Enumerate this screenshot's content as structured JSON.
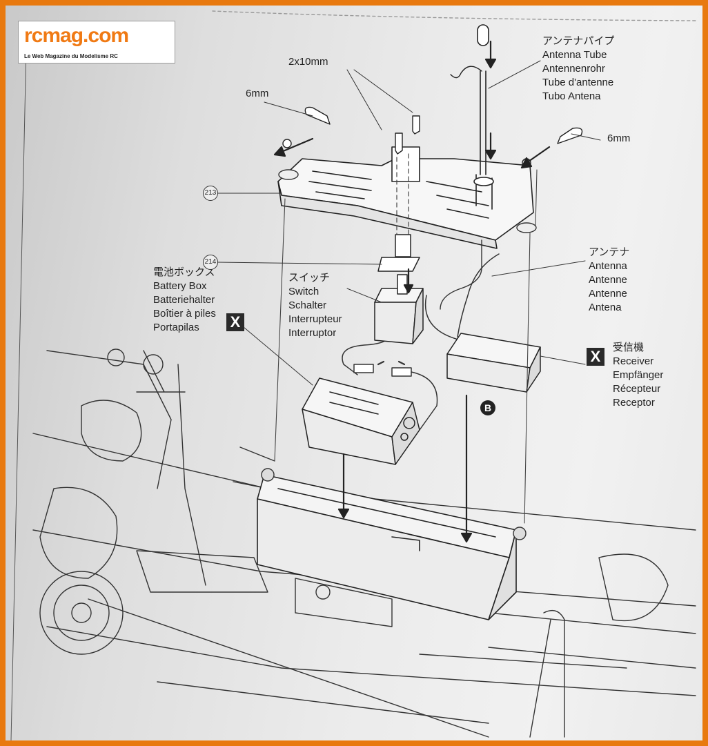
{
  "logo": {
    "brand": "rcmag.com",
    "tagline": "Le Web Magazine du Modelisme RC"
  },
  "callouts": {
    "screw_2x10": "2x10mm",
    "clip_left": "6mm",
    "clip_right": "6mm",
    "antenna_tube": [
      "アンテナパイプ",
      "Antenna Tube",
      "Antennenrohr",
      "Tube d'antenne",
      "Tubo Antena"
    ],
    "antenna": [
      "アンテナ",
      "Antenna",
      "Antenne",
      "Antenne",
      "Antena"
    ],
    "battery_box": [
      "電池ボックス",
      "Battery Box",
      "Batteriehalter",
      "Boîtier à piles",
      "Portapilas"
    ],
    "switch": [
      "スイッチ",
      "Switch",
      "Schalter",
      "Interrupteur",
      "Interruptor"
    ],
    "receiver": [
      "受信機",
      "Receiver",
      "Empfänger",
      "Récepteur",
      "Receptor"
    ]
  },
  "parts": {
    "part_213": "213",
    "part_214": "214"
  },
  "markers": {
    "x_battery": "X",
    "x_receiver": "X",
    "b_receiver": "B"
  },
  "colors": {
    "frame": "#e8790f",
    "ink": "#222222",
    "logo_orange": "#f07a14"
  }
}
